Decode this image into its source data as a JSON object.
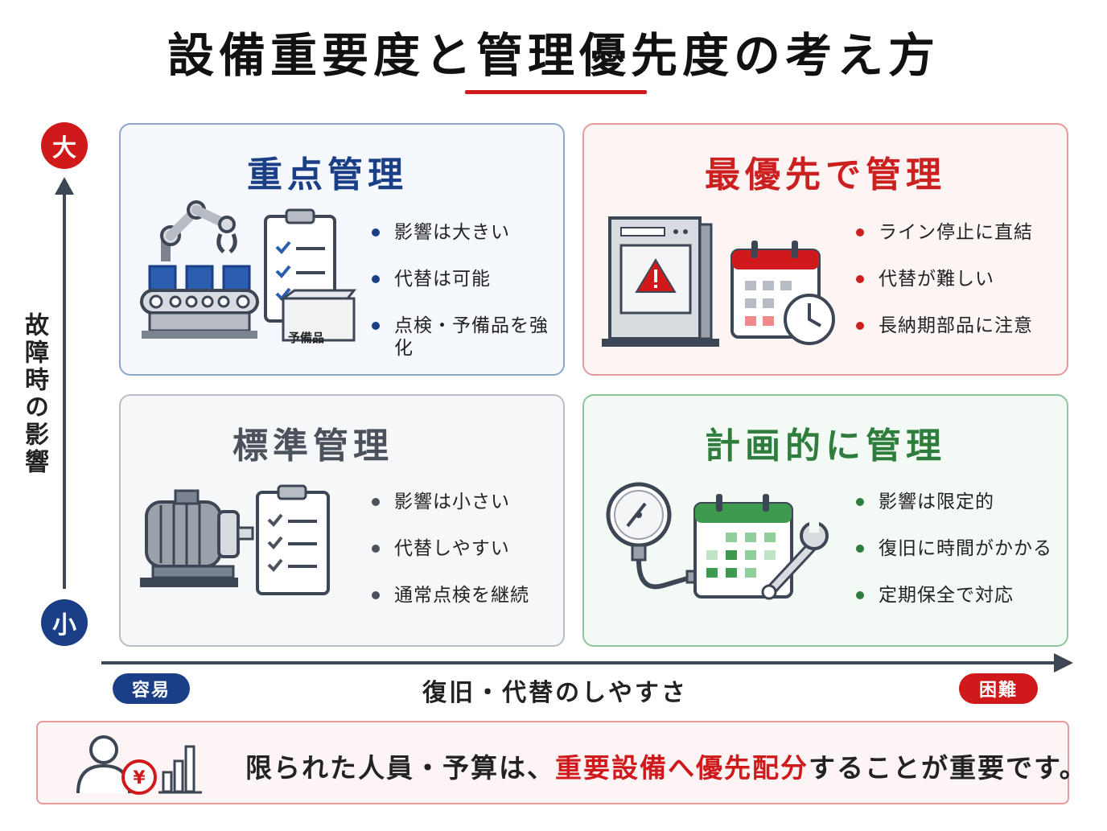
{
  "title": "設備重要度と管理優先度の考え方",
  "axes": {
    "vertical_label": "故障時の影響",
    "vertical_high": "大",
    "vertical_low": "小",
    "horizontal_label": "復旧・代替のしやすさ",
    "horizontal_easy": "容易",
    "horizontal_hard": "困難"
  },
  "quadrants": {
    "top_left": {
      "title": "重点管理",
      "items": [
        "影響は大きい",
        "代替は可能",
        "点検・予備品を強化"
      ],
      "box_label": "予備品",
      "accent": "#1b3f87"
    },
    "top_right": {
      "title": "最優先で管理",
      "items": [
        "ライン停止に直結",
        "代替が難しい",
        "長納期部品に注意"
      ],
      "accent": "#cc1f1f"
    },
    "bottom_left": {
      "title": "標準管理",
      "items": [
        "影響は小さい",
        "代替しやすい",
        "通常点検を継続"
      ],
      "accent": "#4b525c"
    },
    "bottom_right": {
      "title": "計画的に管理",
      "items": [
        "影響は限定的",
        "復旧に時間がかかる",
        "定期保全で対応"
      ],
      "accent": "#2f7d3c"
    }
  },
  "footer": {
    "text_before": "限られた人員・予算は、",
    "text_highlight": "重要設備へ優先配分",
    "text_after": "することが重要です。",
    "yen_symbol": "¥"
  },
  "icons": [
    "robot-arm-conveyor-icon",
    "clipboard-checklist-icon",
    "spare-parts-box-icon",
    "machine-warning-icon",
    "calendar-clock-icon",
    "electric-motor-icon",
    "pressure-gauge-icon",
    "calendar-wrench-icon",
    "person-icon",
    "yen-coin-icon",
    "bar-chart-icon"
  ]
}
